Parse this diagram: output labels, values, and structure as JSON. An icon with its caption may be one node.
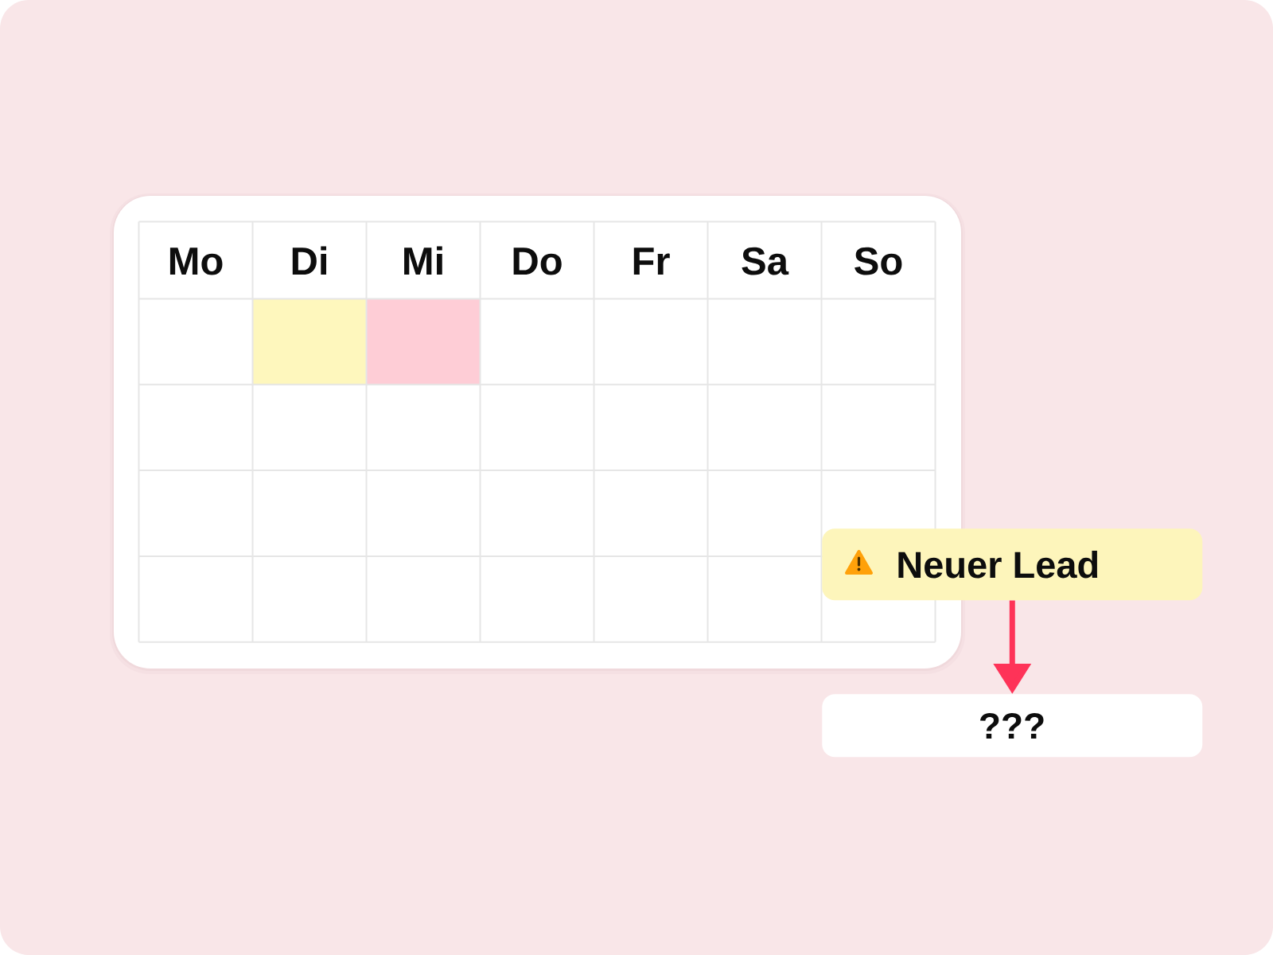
{
  "diagram": {
    "nodes": [
      {
        "text": [
          "Neuer Lead"
        ]
      },
      {
        "text": [
          "???"
        ]
      }
    ],
    "edges": [
      {
        "from": 0,
        "to": 1,
        "arrow": "to",
        "color": "#fe3358"
      }
    ],
    "labels": [
      "Mo",
      "Di",
      "Mi",
      "Do",
      "Fr",
      "Sa",
      "So"
    ]
  }
}
